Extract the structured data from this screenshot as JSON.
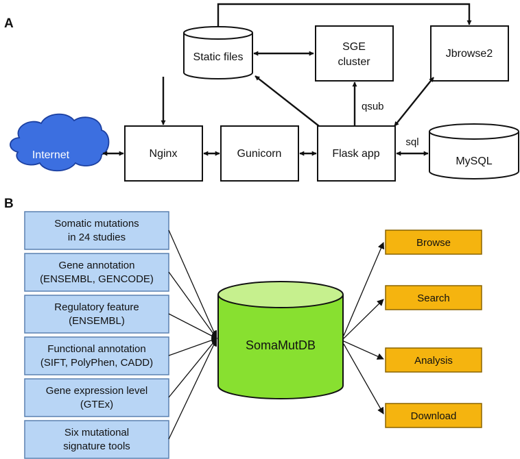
{
  "panels": {
    "a": "A",
    "b": "B"
  },
  "architecture": {
    "internet": "Internet",
    "nginx": "Nginx",
    "gunicorn": "Gunicorn",
    "flask": "Flask app",
    "mysql": "MySQL",
    "static_files": "Static files",
    "sge_line1": "SGE",
    "sge_line2": "cluster",
    "jbrowse": "Jbrowse2",
    "qsub": "qsub",
    "sql": "sql"
  },
  "database": {
    "label": "SomaMutDB"
  },
  "sources": [
    {
      "line1": "Somatic mutations",
      "line2": "in 24 studies"
    },
    {
      "line1": "Gene annotation",
      "line2": "(ENSEMBL, GENCODE)"
    },
    {
      "line1": "Regulatory feature",
      "line2": "(ENSEMBL)"
    },
    {
      "line1": "Functional annotation",
      "line2": "(SIFT, PolyPhen, CADD)"
    },
    {
      "line1": "Gene expression level",
      "line2": "(GTEx)"
    },
    {
      "line1": "Six mutational",
      "line2": "signature tools"
    }
  ],
  "outputs": [
    "Browse",
    "Search",
    "Analysis",
    "Download"
  ],
  "colors": {
    "cloud_fill": "#3c6fe0",
    "cloud_text": "#ffffff",
    "source_fill": "#b8d5f5",
    "source_stroke": "#5a80b0",
    "db_fill": "#88e030",
    "db_top": "#c6f08e",
    "output_fill": "#f5b40f",
    "output_stroke": "#8a6400"
  }
}
